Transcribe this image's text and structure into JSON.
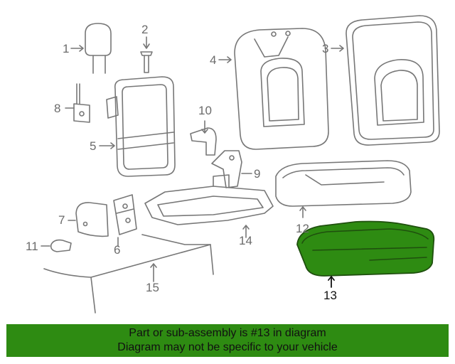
{
  "diagram": {
    "callouts": {
      "c1": "1",
      "c2": "2",
      "c3": "3",
      "c4": "4",
      "c5": "5",
      "c6": "6",
      "c7": "7",
      "c8": "8",
      "c9": "9",
      "c10": "10",
      "c11": "11",
      "c12": "12",
      "c13": "13",
      "c14": "14",
      "c15": "15"
    },
    "highlighted_part": "13",
    "colors": {
      "line": "#777777",
      "highlight": "#2e8b12",
      "highlight_dark": "#1f4f0e"
    }
  },
  "banner": {
    "line1": "Part or sub-assembly is #13 in diagram",
    "line2": "Diagram may not be specific to your vehicle",
    "background": "#2e8b12"
  }
}
